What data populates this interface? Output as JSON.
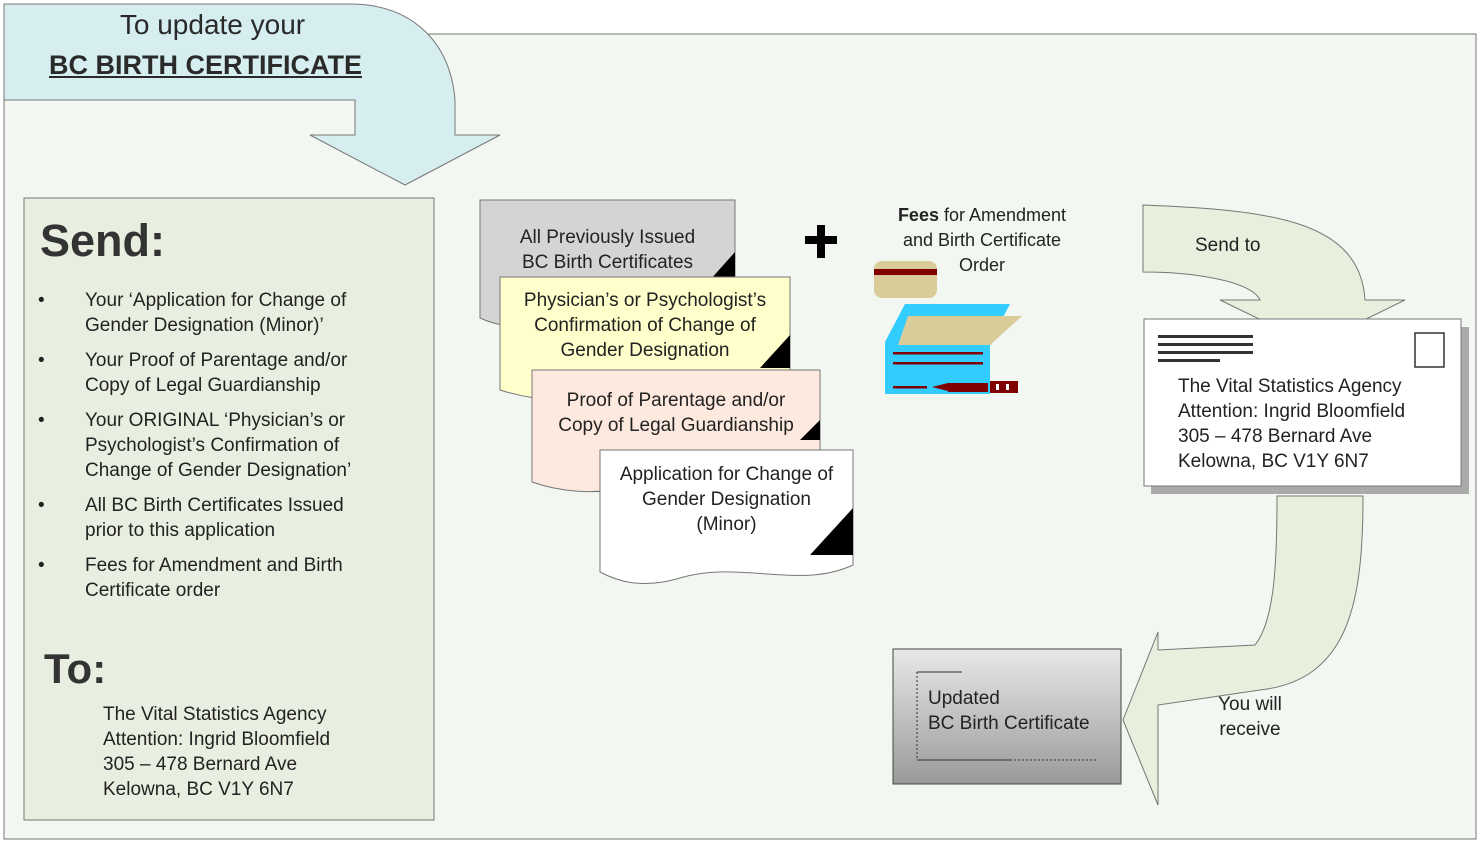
{
  "header": {
    "line1": "To update your",
    "line2": "BC BIRTH CERTIFICATE"
  },
  "send_panel": {
    "heading": "Send:",
    "bullet_glyph": "•",
    "items": [
      "Your ‘Application for Change of Gender Designation (Minor)’",
      "Your Proof of Parentage and/or Copy of Legal Guardianship",
      "Your ORIGINAL ‘Physician’s or Psychologist’s Confirmation of Change of Gender Designation’",
      "All BC Birth Certificates Issued prior to this application",
      "Fees for Amendment and Birth Certificate order"
    ],
    "to_heading": "To:",
    "address": [
      "The Vital Statistics Agency",
      "Attention: Ingrid Bloomfield",
      "305 – 478 Bernard Ave",
      "Kelowna, BC V1Y 6N7"
    ]
  },
  "documents": {
    "previous": [
      "All Previously Issued",
      "BC Birth Certificates"
    ],
    "physician": [
      "Physician’s or Psychologist’s",
      "Confirmation of Change of",
      "Gender Designation"
    ],
    "parentage": [
      "Proof of Parentage and/or",
      "Copy of Legal Guardianship"
    ],
    "application": [
      "Application for Change of",
      "Gender Designation",
      "(Minor)"
    ]
  },
  "fees": {
    "bold": "Fees",
    "rest": " for Amendment",
    "line2": "and Birth Certificate",
    "line3": "Order"
  },
  "flow": {
    "send_to": "Send to",
    "receive": [
      "You will",
      "receive"
    ]
  },
  "envelope": {
    "address": [
      "The Vital Statistics Agency",
      "Attention: Ingrid Bloomfield",
      "305 – 478 Bernard Ave",
      "Kelowna, BC V1Y 6N7"
    ]
  },
  "result": {
    "lines": [
      "Updated",
      "BC Birth Certificate"
    ]
  },
  "colors": {
    "panel_bg": "#f3f7f2",
    "send_bg": "#e9efe0",
    "header_arrow": "#d6eef0",
    "flow_arrow": "#e6f0dc",
    "doc_gray": "#d4d4d4",
    "doc_yellow": "#ffffcc",
    "doc_peach": "#fde9de",
    "doc_white": "#ffffff",
    "money_blue": "#33ccff",
    "money_tan": "#d9cc99",
    "pen_red": "#800000"
  }
}
